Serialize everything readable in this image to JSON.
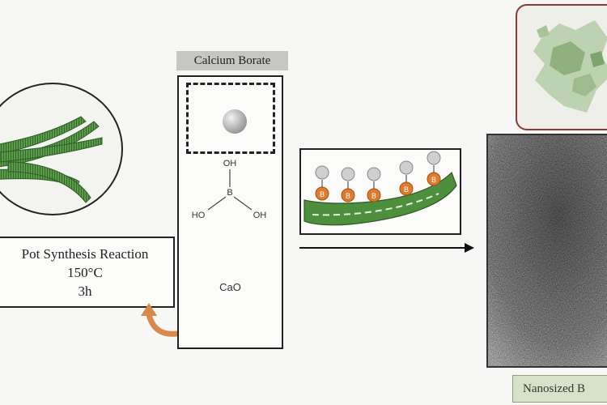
{
  "reaction": {
    "line1": "Pot Synthesis Reaction",
    "line2": "150°C",
    "line3": "3h"
  },
  "reagent_panel": {
    "header": "Calcium Borate",
    "boric_acid": {
      "top": "OH",
      "center": "B",
      "left": "HO",
      "right": "OH"
    },
    "cao": "CaO"
  },
  "mechanism": {
    "ion_symbol": "B",
    "ion_count": 5
  },
  "product_label": "Nanosized B",
  "colors": {
    "fiber_green": "#4e8f3e",
    "ion_orange": "#e07a2c",
    "arrow_orange": "#d98a4a",
    "zoom_border": "#8e3a37",
    "label_bg": "#d6e3c8"
  }
}
